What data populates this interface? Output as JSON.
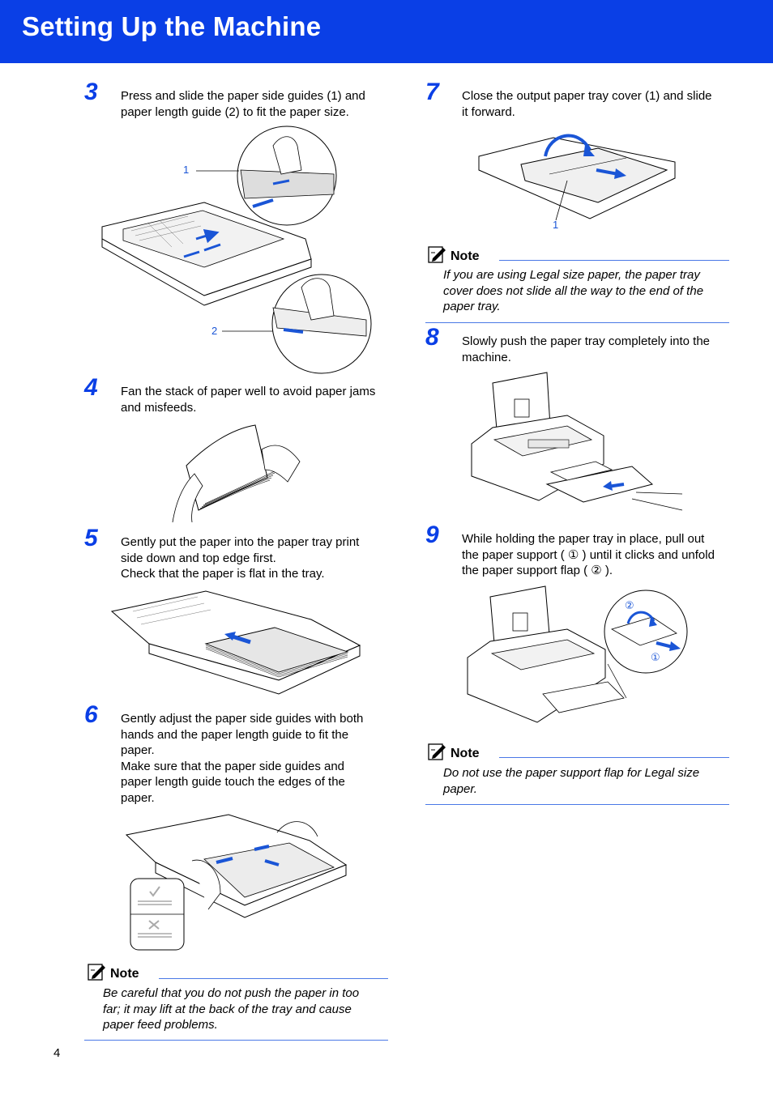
{
  "header": {
    "title": "Setting Up the Machine"
  },
  "steps": [
    {
      "number": "3",
      "lines": [
        "Press and slide the paper side guides (1) and",
        "paper length guide (2) to fit the paper size."
      ],
      "callouts": [
        "1",
        "2"
      ]
    },
    {
      "number": "4",
      "lines": [
        "Fan the stack of paper well to avoid paper jams",
        "and misfeeds."
      ]
    },
    {
      "number": "5",
      "lines": [
        "Gently put the paper into the paper tray print",
        "side down and top edge first.",
        "Check that the paper is flat in the tray."
      ]
    },
    {
      "number": "6",
      "lines": [
        "Gently adjust the paper side guides with both",
        "hands and the paper length guide to fit the",
        "paper.",
        "Make sure that the paper side guides and",
        "paper length guide touch the edges of the",
        "paper."
      ]
    },
    {
      "number": "7",
      "lines": [
        "Close the output paper tray cover (1) and slide",
        "it forward."
      ],
      "callouts": [
        "1"
      ]
    },
    {
      "number": "8",
      "lines": [
        "Slowly push the paper tray completely into the",
        "machine."
      ]
    },
    {
      "number": "9",
      "lines": [
        "While holding the paper tray in place, pull out",
        "the paper support ( ① ) until it clicks and unfold",
        "the paper support flap ( ② )."
      ],
      "callouts": [
        "②",
        "①"
      ]
    }
  ],
  "notes": [
    {
      "label": "Note",
      "lines": [
        "Be careful that you do not push the paper in too",
        "far; it may lift at the back of the tray and cause",
        "paper feed problems."
      ]
    },
    {
      "label": "Note",
      "lines": [
        "If you are using Legal size paper, the paper tray",
        "cover does not slide all the way to the end of the",
        "paper tray."
      ]
    },
    {
      "label": "Note",
      "lines": [
        "Do not use the paper support flap for Legal size",
        "paper."
      ]
    }
  ],
  "page_number": "4",
  "colors": {
    "brand": "#0a3fe6",
    "rule": "#4a78e6",
    "arrow": "#1a55d6"
  }
}
